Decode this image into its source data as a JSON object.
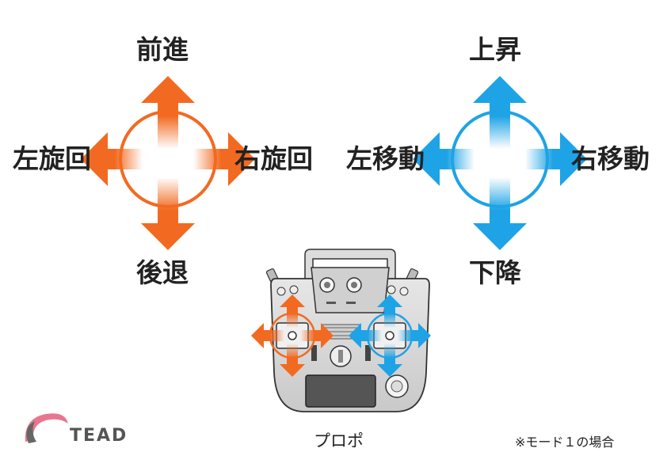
{
  "left_stick": {
    "color": "#f26a21",
    "up": "前進",
    "down": "後退",
    "left": "左旋回",
    "right": "右旋回"
  },
  "right_stick": {
    "color": "#1ea3e6",
    "up": "上昇",
    "down": "下降",
    "left": "左移動",
    "right": "右移動"
  },
  "controller_label": "プロポ",
  "note": "※モード１の場合",
  "logo": "TEAD"
}
